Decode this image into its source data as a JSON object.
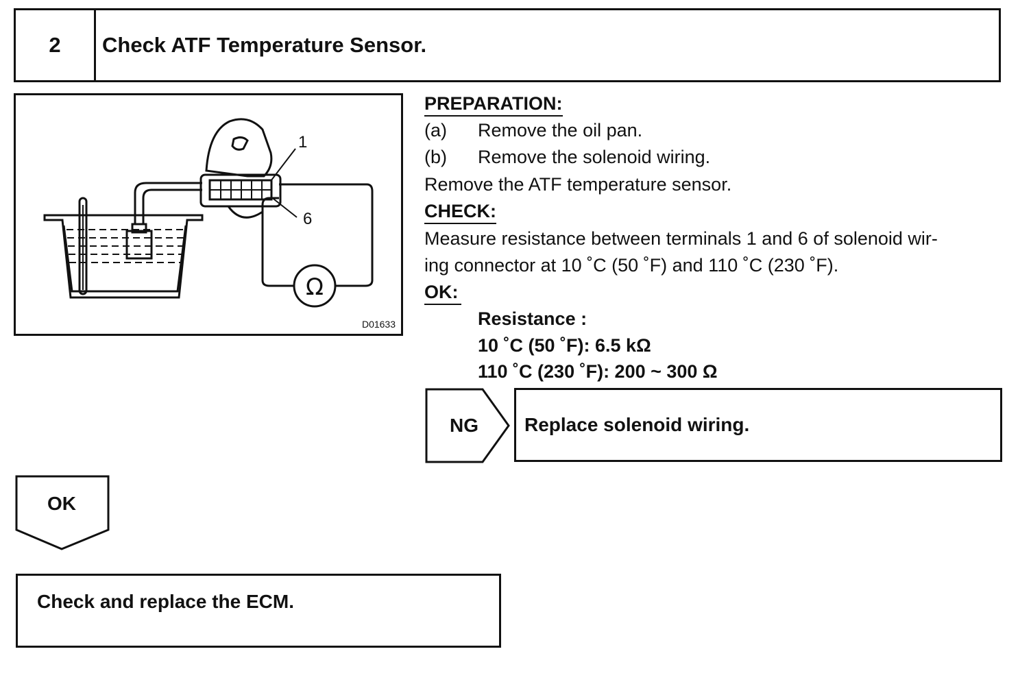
{
  "step": {
    "number": "2",
    "title": "Check ATF Temperature Sensor."
  },
  "figure": {
    "id": "D01633",
    "callout_1": "1",
    "callout_6": "6",
    "meter_symbol": "Ω"
  },
  "preparation": {
    "heading": "PREPARATION:",
    "items": [
      {
        "marker": "(a)",
        "text": "Remove the oil pan."
      },
      {
        "marker": "(b)",
        "text": "Remove the solenoid wiring."
      }
    ],
    "note": "Remove the ATF temperature sensor."
  },
  "check": {
    "heading": "CHECK:",
    "line1": "Measure resistance between terminals 1 and 6 of solenoid wir-",
    "line2": "ing connector at 10 ˚C (50 ˚F) and 110 ˚C (230 ˚F)."
  },
  "ok_spec": {
    "heading": "OK:",
    "label": "Resistance :",
    "value1": "10 ˚C (50 ˚F): 6.5 kΩ",
    "value2": "110 ˚C (230 ˚F): 200 ~ 300 Ω"
  },
  "ng_branch": {
    "label": "NG",
    "action": "Replace solenoid wiring."
  },
  "ok_branch": {
    "label": "OK",
    "action": "Check and replace the ECM."
  }
}
